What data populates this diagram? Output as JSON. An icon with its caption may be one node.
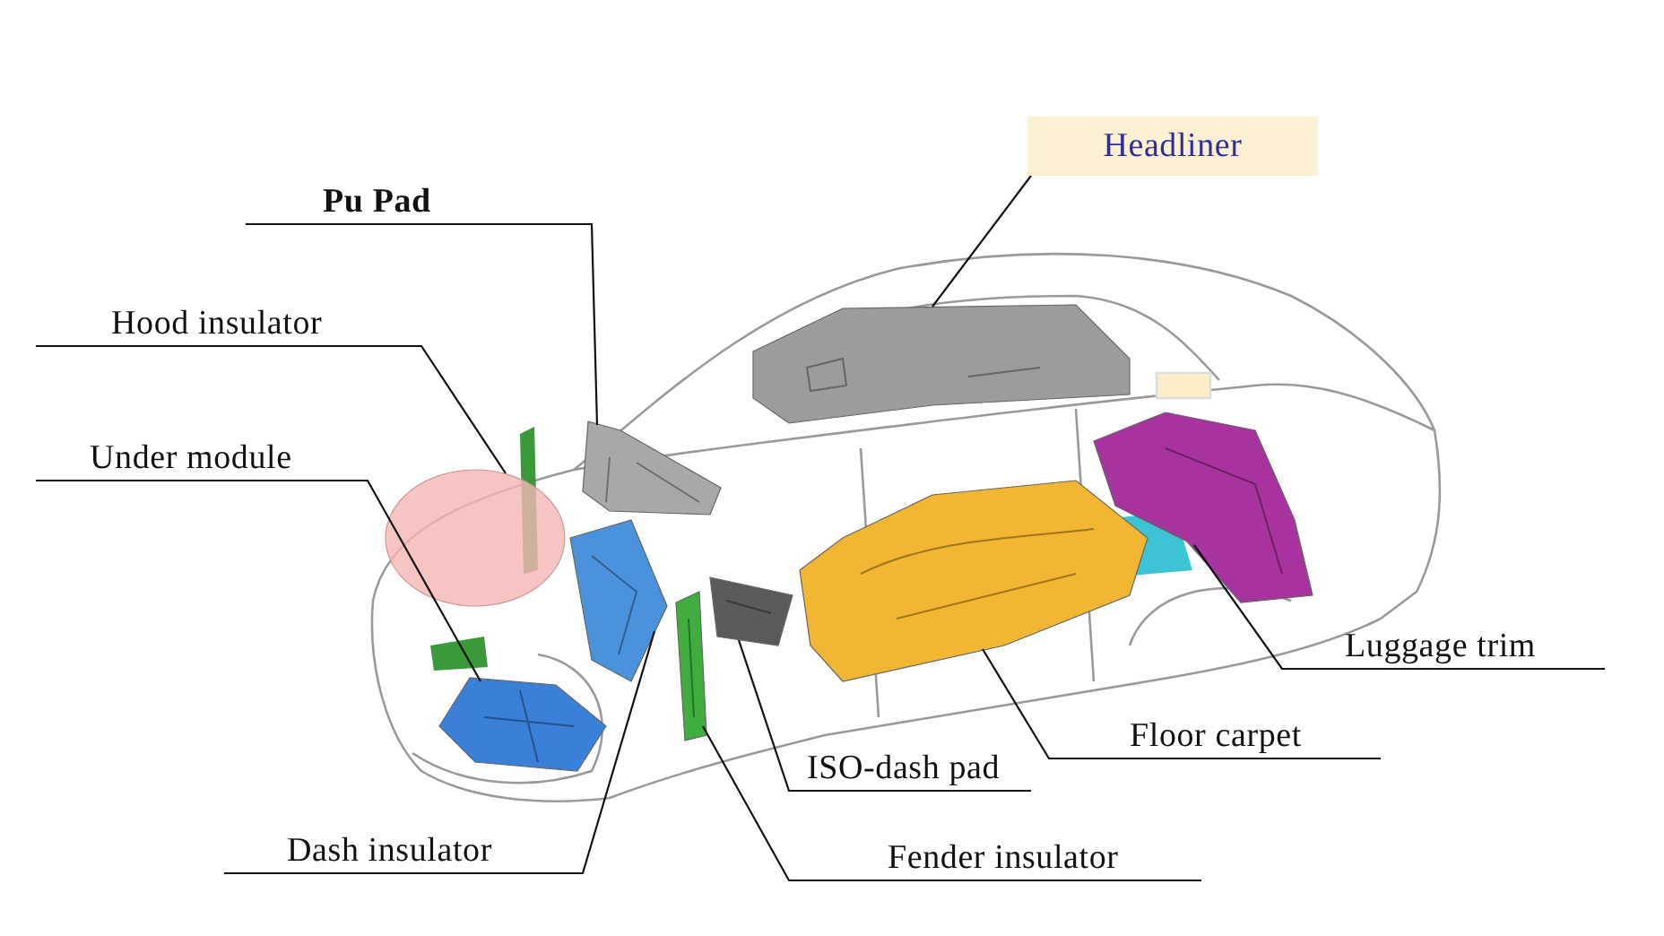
{
  "diagram": {
    "nodes": [
      {
        "text": [
          "Headliner"
        ]
      },
      {
        "text": [
          "Pu Pad"
        ]
      },
      {
        "text": [
          "Hood insulator"
        ]
      },
      {
        "text": [
          "Under module"
        ]
      },
      {
        "text": [
          "Luggage trim"
        ]
      },
      {
        "text": [
          "Floor carpet"
        ]
      },
      {
        "text": [
          "ISO-dash pad"
        ]
      },
      {
        "text": [
          "Dash insulator"
        ]
      },
      {
        "text": [
          "Fender insulator"
        ]
      },
      {
        "text": [],
        "shape": "circle"
      },
      {
        "text": [],
        "shape": "picture"
      },
      {
        "text": [],
        "shape": "picture"
      },
      {
        "text": [],
        "shape": "picture"
      },
      {
        "text": [],
        "shape": "picture"
      },
      {
        "text": [],
        "shape": "picture"
      },
      {
        "text": [],
        "shape": "picture"
      },
      {
        "text": [],
        "shape": "picture"
      },
      {
        "text": [],
        "shape": "picture"
      }
    ],
    "edges": [
      {
        "from": 0,
        "to": 16,
        "arrow": "none"
      },
      {
        "from": 1,
        "to": 12,
        "arrow": "none"
      },
      {
        "from": 2,
        "to": 9,
        "arrow": "none"
      },
      {
        "from": 3,
        "to": 10,
        "arrow": "none"
      },
      {
        "from": 4,
        "to": 17,
        "arrow": "none"
      },
      {
        "from": 5,
        "to": 15,
        "arrow": "none"
      },
      {
        "from": 6,
        "to": 14,
        "arrow": "none"
      },
      {
        "from": 7,
        "to": 11,
        "arrow": "none"
      },
      {
        "from": 8,
        "to": 13,
        "arrow": "none"
      }
    ]
  }
}
